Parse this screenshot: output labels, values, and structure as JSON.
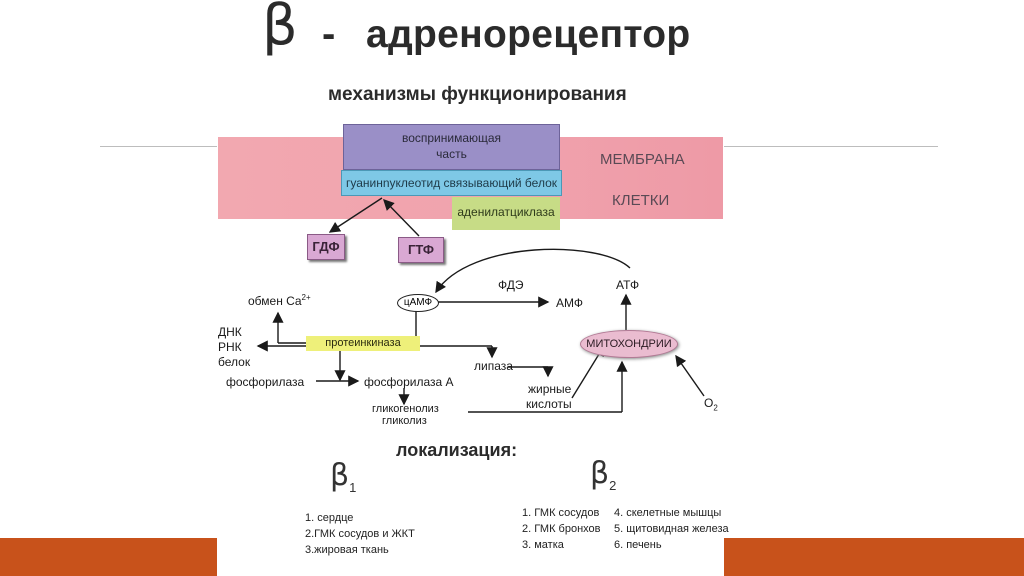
{
  "title": {
    "beta": "β",
    "dash": "-",
    "text": "адренорецептор"
  },
  "subtitle": "механизмы функционирования",
  "membrane": {
    "label1": "МЕМБРАНА",
    "label2": "КЛЕТКИ"
  },
  "receptor": {
    "line1": "воспринимающая",
    "line2": "часть"
  },
  "gprotein": "гуанинnуклеотид связывающий белок",
  "adenylate": "аденилатциклаза",
  "gdp": "ГДФ",
  "gtp": "ГТФ",
  "pathway": {
    "ca": "обмен Ca",
    "ca_sup": "2+",
    "camp": "цАМФ",
    "pde": "ФДЭ",
    "amp": "АМФ",
    "atp": "АТФ",
    "dna": "ДНК",
    "rna": "РНК",
    "protein": "белок",
    "kinase": "протеинкиназа",
    "lipase": "липаза",
    "mito": "МИТОХОНДРИИ",
    "phos": "фосфорилаза",
    "phosA": "фосфорилаза А",
    "fatty1": "жирные",
    "fatty2": "кислоты",
    "glyco1": "гликогенолиз",
    "glyco2": "гликолиз",
    "o2": "O",
    "o2_sub": "2"
  },
  "localization": {
    "title": "локализация:",
    "beta1": {
      "symbol": "β",
      "sub": "1",
      "items": [
        "1. сердце",
        "2.ГМК сосудов и ЖКТ",
        "3.жировая ткань"
      ]
    },
    "beta2": {
      "symbol": "β",
      "sub": "2",
      "col1": [
        "1. ГМК сосудов",
        "2. ГМК бронхов",
        "3. матка"
      ],
      "col2": [
        "4. скелетные мышцы",
        "5. щитовидная железа",
        "6. печень"
      ]
    }
  }
}
